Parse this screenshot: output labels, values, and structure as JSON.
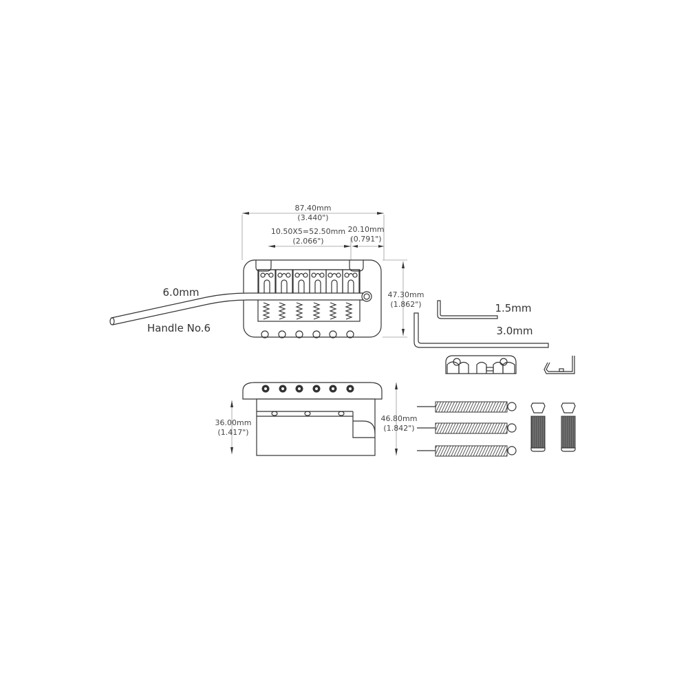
{
  "diagram": {
    "title": "Tremolo bridge assembly with dimensions",
    "top_view": {
      "overall_width": {
        "mm": "87.40mm",
        "inch": "(3.440\")"
      },
      "saddle_spacing": {
        "mm": "10.50X5=52.50mm",
        "inch": "(2.066\")"
      },
      "edge_offset": {
        "mm": "20.10mm",
        "inch": "(0.791\")"
      },
      "depth": {
        "mm": "47.30mm",
        "inch": "(1.862\")"
      },
      "saddle_count": 6
    },
    "arm": {
      "diameter": "6.0mm",
      "name": "Handle No.6"
    },
    "hex_keys": [
      {
        "size": "1.5mm"
      },
      {
        "size": "3.0mm"
      }
    ],
    "side_view": {
      "block_height": {
        "mm": "36.00mm",
        "inch": "(1.417\")"
      },
      "total_height": {
        "mm": "46.80mm",
        "inch": "(1.842\")"
      },
      "screw_count": 6
    },
    "accessories": {
      "springs": 3,
      "spring_claw": 1,
      "cover_clip": 1,
      "studs": 2
    },
    "colors": {
      "line": "#333333",
      "text": "#444444",
      "background": "#ffffff"
    }
  }
}
